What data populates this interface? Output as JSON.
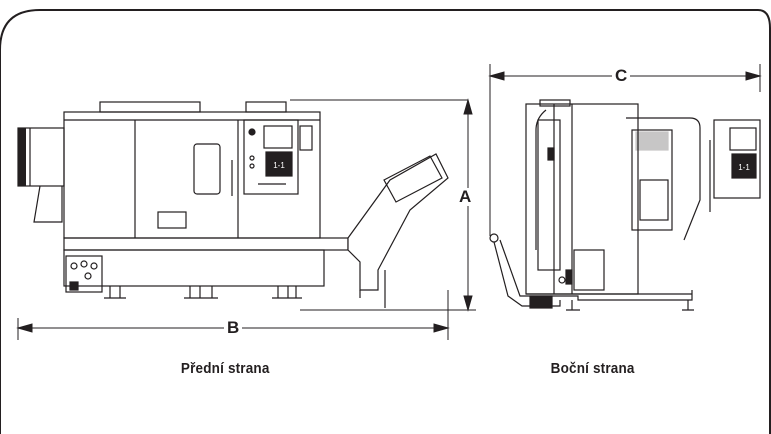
{
  "labels": {
    "front_view": "Přední strana",
    "side_view": "Boční strana"
  },
  "dimensions": {
    "height": "A",
    "length": "B",
    "depth": "C"
  },
  "control_panel_display": "1-1",
  "colors": {
    "line": "#231f20",
    "frame_border": "#231f20",
    "background": "#ffffff"
  }
}
